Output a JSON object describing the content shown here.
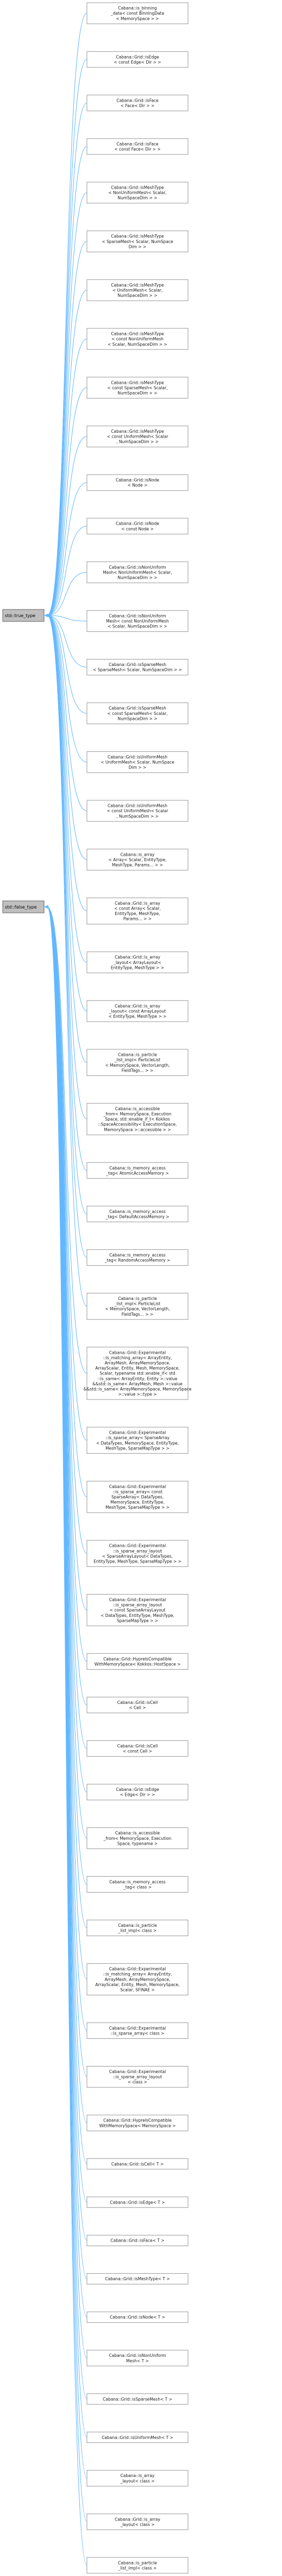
{
  "roots": [
    {
      "label": "std::true_type",
      "color": "#bfbfbf"
    },
    {
      "label": "std::false_type",
      "color": "#bfbfbf"
    }
  ],
  "edge_color": "#63b8ff",
  "nodes": [
    {
      "root": 0,
      "lines": [
        "Cabana::is_binning",
        "_data< const BinningData",
        "< MemorySpace > >"
      ]
    },
    {
      "root": 0,
      "lines": [
        "Cabana::Grid::isEdge",
        "< const Edge< Dir > >"
      ]
    },
    {
      "root": 0,
      "lines": [
        "Cabana::Grid::isFace",
        "< Face< Dir > >"
      ]
    },
    {
      "root": 0,
      "lines": [
        "Cabana::Grid::isFace",
        "< const Face< Dir > >"
      ]
    },
    {
      "root": 0,
      "lines": [
        "Cabana::Grid::isMeshType",
        "< NonUniformMesh< Scalar,",
        "NumSpaceDim > >"
      ]
    },
    {
      "root": 0,
      "lines": [
        "Cabana::Grid::isMeshType",
        "< SparseMesh< Scalar, NumSpace",
        "Dim > >"
      ]
    },
    {
      "root": 0,
      "lines": [
        "Cabana::Grid::isMeshType",
        "< UniformMesh< Scalar,",
        "NumSpaceDim > >"
      ]
    },
    {
      "root": 0,
      "lines": [
        "Cabana::Grid::isMeshType",
        "< const NonUniformMesh",
        "< Scalar, NumSpaceDim > >"
      ]
    },
    {
      "root": 0,
      "lines": [
        "Cabana::Grid::isMeshType",
        "< const SparseMesh< Scalar,",
        "NumSpaceDim > >"
      ]
    },
    {
      "root": 0,
      "lines": [
        "Cabana::Grid::isMeshType",
        "< const UniformMesh< Scalar",
        ", NumSpaceDim > >"
      ]
    },
    {
      "root": 0,
      "lines": [
        "Cabana::Grid::isNode",
        "< Node >"
      ]
    },
    {
      "root": 0,
      "lines": [
        "Cabana::Grid::isNode",
        "< const Node >"
      ]
    },
    {
      "root": 0,
      "lines": [
        "Cabana::Grid::isNonUniform",
        "Mesh< NonUniformMesh< Scalar,",
        "NumSpaceDim > >"
      ]
    },
    {
      "root": 0,
      "lines": [
        "Cabana::Grid::isNonUniform",
        "Mesh< const NonUniformMesh",
        "< Scalar, NumSpaceDim > >"
      ]
    },
    {
      "root": 0,
      "lines": [
        "Cabana::Grid::isSparseMesh",
        "< SparseMesh< Scalar, NumSpaceDim > >"
      ]
    },
    {
      "root": 0,
      "lines": [
        "Cabana::Grid::isSparseMesh",
        "< const SparseMesh< Scalar,",
        "NumSpaceDim > >"
      ]
    },
    {
      "root": 0,
      "lines": [
        "Cabana::Grid::isUniformMesh",
        "< UniformMesh< Scalar, NumSpace",
        "Dim > >"
      ]
    },
    {
      "root": 0,
      "lines": [
        "Cabana::Grid::isUniformMesh",
        "< const UniformMesh< Scalar",
        ", NumSpaceDim > >"
      ]
    },
    {
      "root": 0,
      "lines": [
        "Cabana::is_array",
        "< Array< Scalar, EntityType,",
        "MeshType, Params... > >"
      ]
    },
    {
      "root": 0,
      "lines": [
        "Cabana::Grid::is_array",
        "< const Array< Scalar,",
        "EntityType, MeshType,",
        "Params... > >"
      ]
    },
    {
      "root": 0,
      "lines": [
        "Cabana::Grid::is_array",
        "_layout< ArrayLayout<",
        "EntityType, MeshType > >"
      ]
    },
    {
      "root": 0,
      "lines": [
        "Cabana::Grid::is_array",
        "_layout< const ArrayLayout",
        "< EntityType, MeshType > >"
      ]
    },
    {
      "root": 0,
      "lines": [
        "Cabana::is_particle",
        "_list_impl< ParticleList",
        "< MemorySpace, VectorLength,",
        "FieldTags... > >"
      ]
    },
    {
      "root": 0,
      "lines": [
        "Cabana::is_accessible",
        "_from< MemorySpace, Execution",
        "Space, std::enable_if_t< Kokkos",
        "::SpaceAccessibility< ExecutionSpace,",
        "MemorySpace >::accessible > >"
      ]
    },
    {
      "root": 0,
      "lines": [
        "Cabana::is_memory_access",
        "_tag< AtomicAccessMemory >"
      ]
    },
    {
      "root": 0,
      "lines": [
        "Cabana::is_memory_access",
        "_tag< DefaultAccessMemory >"
      ]
    },
    {
      "root": 0,
      "lines": [
        "Cabana::is_memory_access",
        "_tag< RandomAccessMemory >"
      ]
    },
    {
      "root": 0,
      "lines": [
        "Cabana::is_particle",
        "_list_impl< ParticleList",
        "< MemorySpace, VectorLength,",
        "FieldTags... > >"
      ]
    },
    {
      "root": 1,
      "lines": [
        "Cabana::Grid::Experimental",
        "::is_matching_array< ArrayEntity,",
        "ArrayMesh, ArrayMemorySpace,",
        "ArrayScalar, Entity, Mesh, MemorySpace,",
        "Scalar, typename std::enable_if< std",
        "::is_same< ArrayEntity, Entity >::value",
        "&&std::is_same< ArrayMesh, Mesh >::value",
        "&&std::is_same< ArrayMemorySpace, MemorySpace",
        ">::value >::type >"
      ]
    },
    {
      "root": 1,
      "lines": [
        "Cabana::Grid::Experimental",
        "::is_sparse_array< SparseArray",
        "< DataTypes, MemorySpace, EntityType,",
        "MeshType, SparseMapType > >"
      ]
    },
    {
      "root": 1,
      "lines": [
        "Cabana::Grid::Experimental",
        "::is_sparse_array< const",
        "SparseArray< DataTypes,",
        "MemorySpace, EntityType,",
        "MeshType, SparseMapType > >"
      ]
    },
    {
      "root": 1,
      "lines": [
        "Cabana::Grid::Experimental",
        "::is_sparse_array_layout",
        "< SparseArrayLayout< DataTypes,",
        "EntityType, MeshType, SparseMapType > >"
      ]
    },
    {
      "root": 1,
      "lines": [
        "Cabana::Grid::Experimental",
        "::is_sparse_array_layout",
        "< const SparseArrayLayout",
        "< DataTypes, EntityType, MeshType,",
        "SparseMapType > >"
      ]
    },
    {
      "root": 1,
      "lines": [
        "Cabana::Grid::HypreIsCompatible",
        "WithMemorySpace< Kokkos::HostSpace >"
      ]
    },
    {
      "root": 1,
      "lines": [
        "Cabana::Grid::isCell",
        "< Cell >"
      ]
    },
    {
      "root": 1,
      "lines": [
        "Cabana::Grid::isCell",
        "< const Cell >"
      ]
    },
    {
      "root": 1,
      "lines": [
        "Cabana::Grid::isEdge",
        "< Edge< Dir > >"
      ]
    },
    {
      "root": 1,
      "lines": [
        "Cabana::is_accessible",
        "_from< MemorySpace, Execution",
        "Space, typename >"
      ]
    },
    {
      "root": 1,
      "lines": [
        "Cabana::is_memory_access",
        "_tag< class >"
      ]
    },
    {
      "root": 1,
      "lines": [
        "Cabana::is_particle",
        "_list_impl< class >"
      ]
    },
    {
      "root": 1,
      "lines": [
        "Cabana::Grid::Experimental",
        "::is_matching_array< ArrayEntity,",
        "ArrayMesh, ArrayMemorySpace,",
        "ArrayScalar, Entity, Mesh, MemorySpace,",
        "Scalar, SFINAE >"
      ]
    },
    {
      "root": 1,
      "lines": [
        "Cabana::Grid::Experimental",
        "::is_sparse_array< class >"
      ]
    },
    {
      "root": 1,
      "lines": [
        "Cabana::Grid::Experimental",
        "::is_sparse_array_layout",
        "< class >"
      ]
    },
    {
      "root": 1,
      "lines": [
        "Cabana::Grid::HypreIsCompatible",
        "WithMemorySpace< MemorySpace >"
      ]
    },
    {
      "root": 1,
      "lines": [
        "Cabana::Grid::isCell< T >"
      ]
    },
    {
      "root": 1,
      "lines": [
        "Cabana::Grid::isEdge< T >"
      ]
    },
    {
      "root": 1,
      "lines": [
        "Cabana::Grid::isFace< T >"
      ]
    },
    {
      "root": 1,
      "lines": [
        "Cabana::Grid::isMeshType< T >"
      ]
    },
    {
      "root": 1,
      "lines": [
        "Cabana::Grid::isNode< T >"
      ]
    },
    {
      "root": 1,
      "lines": [
        "Cabana::Grid::isNonUniform",
        "Mesh< T >"
      ]
    },
    {
      "root": 1,
      "lines": [
        "Cabana::Grid::isSparseMesh< T >"
      ]
    },
    {
      "root": 1,
      "lines": [
        "Cabana::Grid::isUniformMesh< T >"
      ]
    },
    {
      "root": 1,
      "lines": [
        "Cabana::is_array",
        "_layout< class >"
      ]
    },
    {
      "root": 1,
      "lines": [
        "Cabana::Grid::is_array",
        "_layout< class >"
      ]
    },
    {
      "root": 1,
      "lines": [
        "Cabana::is_particle",
        "_list_impl< class >"
      ]
    }
  ]
}
